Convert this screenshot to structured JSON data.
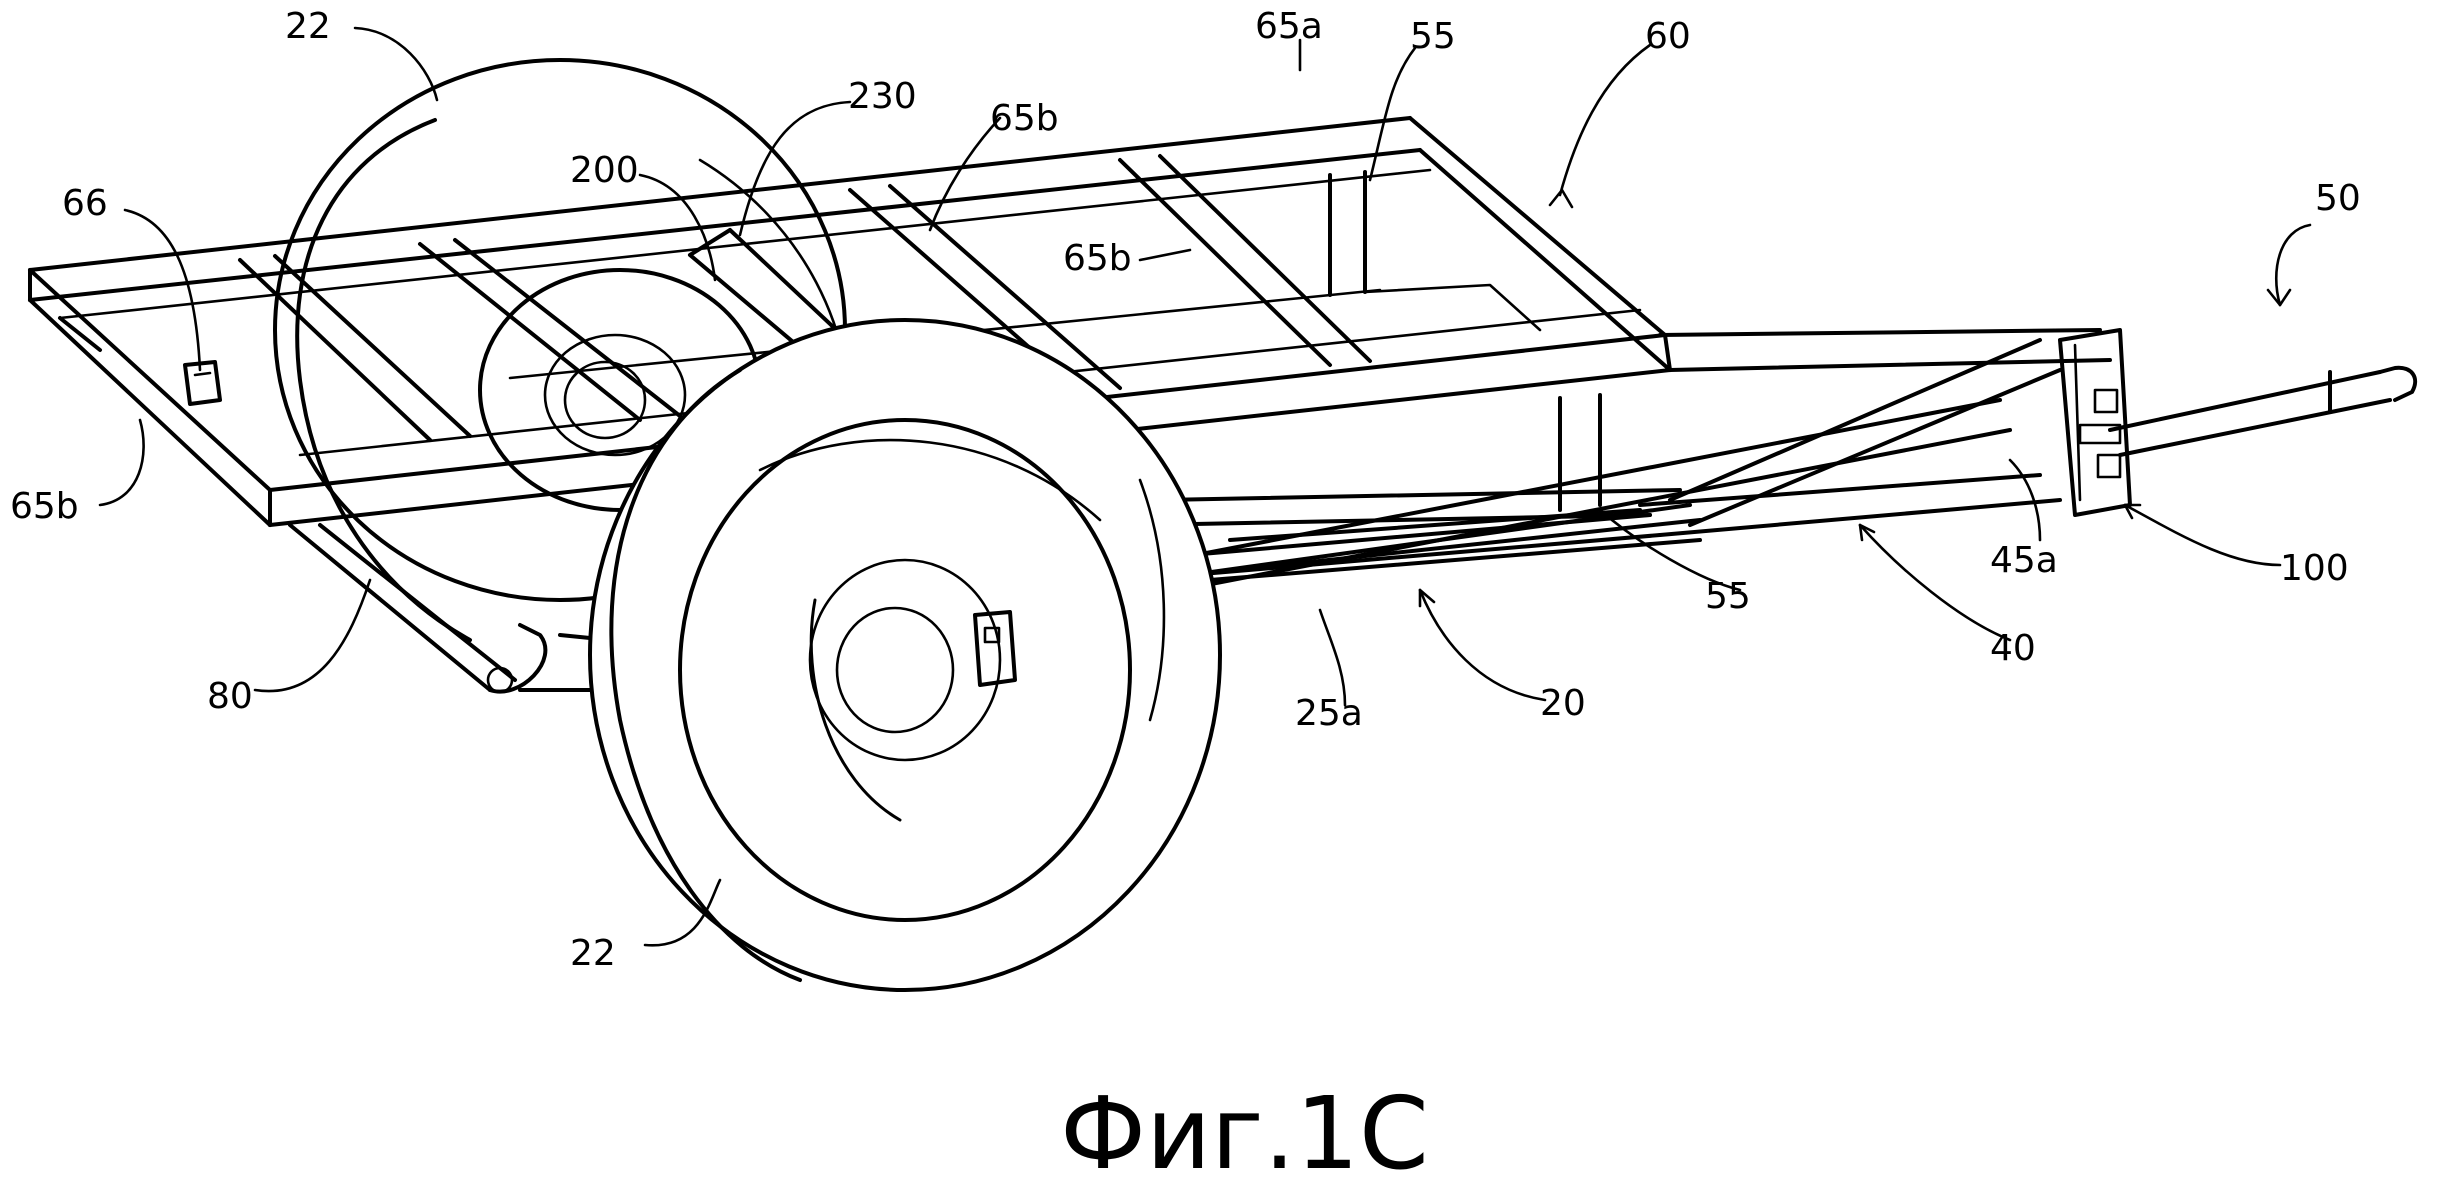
{
  "figure": {
    "caption": "Фиг.1С",
    "reference_numerals": [
      {
        "id": "22-rear-wheel",
        "text": "22"
      },
      {
        "id": "22-front-wheel",
        "text": "22"
      },
      {
        "id": "65a-top",
        "text": "65a"
      },
      {
        "id": "55-top",
        "text": "55"
      },
      {
        "id": "60",
        "text": "60"
      },
      {
        "id": "230",
        "text": "230"
      },
      {
        "id": "65b-top",
        "text": "65b"
      },
      {
        "id": "200",
        "text": "200"
      },
      {
        "id": "66",
        "text": "66"
      },
      {
        "id": "65b-middle",
        "text": "65b"
      },
      {
        "id": "50",
        "text": "50"
      },
      {
        "id": "65b-left",
        "text": "65b"
      },
      {
        "id": "80",
        "text": "80"
      },
      {
        "id": "25a",
        "text": "25a"
      },
      {
        "id": "20",
        "text": "20"
      },
      {
        "id": "55-bottom",
        "text": "55"
      },
      {
        "id": "40",
        "text": "40"
      },
      {
        "id": "45a",
        "text": "45a"
      },
      {
        "id": "100",
        "text": "100"
      }
    ]
  }
}
